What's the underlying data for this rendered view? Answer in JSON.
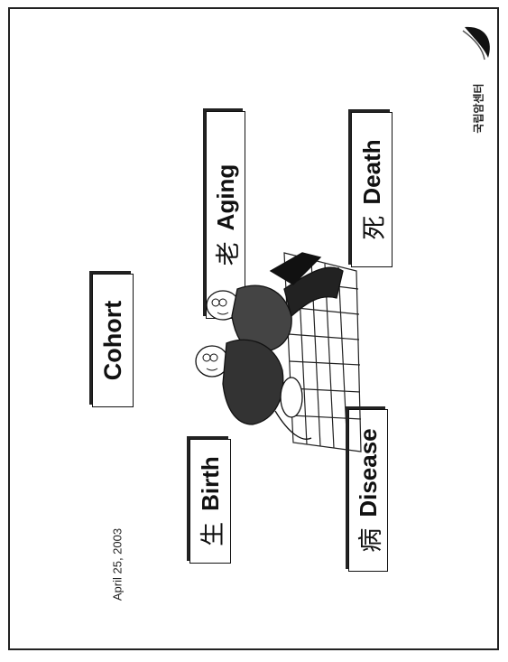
{
  "slide": {
    "center_title": "Cohort",
    "labels": {
      "birth": {
        "cjk": "生",
        "word": "Birth"
      },
      "aging": {
        "cjk": "老",
        "word": "Aging"
      },
      "disease": {
        "cjk": "病",
        "word": "Disease"
      },
      "death": {
        "cjk": "死",
        "word": "Death"
      }
    },
    "date": "April 25, 2003",
    "logo": {
      "name": "국립암센터"
    }
  },
  "colors": {
    "border": "#222222",
    "text": "#111111",
    "background": "#ffffff"
  },
  "icons": {
    "logo": "swoosh-logo-icon",
    "illustration": "elderly-couple-illustration"
  }
}
